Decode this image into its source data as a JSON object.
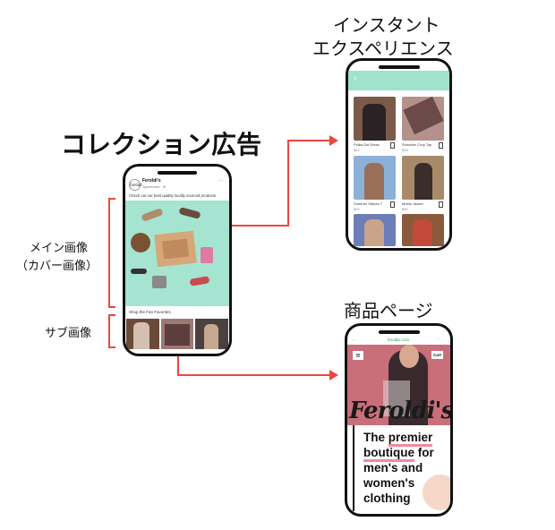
{
  "labels": {
    "collection_ad": "コレクション広告",
    "instant_experience_line1": "インスタント",
    "instant_experience_line2": "エクスペリエンス",
    "product_page": "商品ページ",
    "main_image_line1": "メイン画像",
    "main_image_line2": "（カバー画像）",
    "sub_image": "サブ画像"
  },
  "ad_phone": {
    "brand": "Feroldi's",
    "sponsored": "Sponsored · ⊕",
    "menu": "···",
    "caption": "Check out our best quality locally sourced products.",
    "shop_row": "Shop the Fan Favorites",
    "logo_text": "Feroldi"
  },
  "ie_phone": {
    "back": "‹",
    "products": [
      {
        "name": "Polka Dot Dress",
        "price": "$42"
      },
      {
        "name": "Shoulder Crop Top",
        "price": "$35"
      },
      {
        "name": "Summer Stripes T",
        "price": "$22"
      },
      {
        "name": "Moths Jacket",
        "price": "$90"
      }
    ]
  },
  "product_phone": {
    "url": "feroldis.com",
    "left_nav": "‹  ›",
    "dots": "···",
    "cart": "Cart",
    "script_overlay": "Feroldi's",
    "headline_1": "The ",
    "headline_2": "premier",
    "headline_3": "boutique",
    "headline_4": " for",
    "headline_5": "men's and",
    "headline_6": "women's",
    "headline_7": "clothing"
  },
  "colors": {
    "accent_red": "#e8493f",
    "mint": "#9fe3cf",
    "pink_highlight": "#f08aa0",
    "url_green": "#2aa34a"
  }
}
